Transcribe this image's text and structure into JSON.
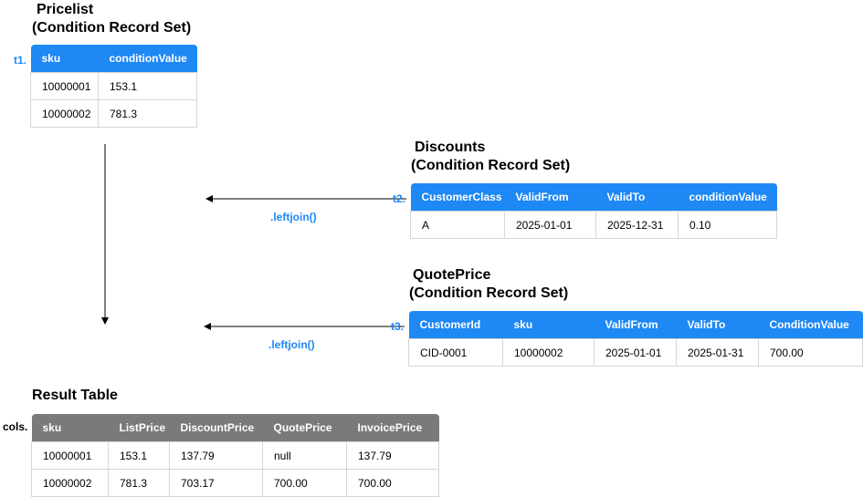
{
  "pricelist": {
    "title_line1": "Pricelist",
    "title_line2": "(Condition Record Set)",
    "tag": "t1.",
    "columns": [
      "sku",
      "conditionValue"
    ],
    "rows": [
      [
        "10000001",
        "153.1"
      ],
      [
        "10000002",
        "781.3"
      ]
    ]
  },
  "discounts": {
    "title_line1": "Discounts",
    "title_line2": "(Condition Record Set)",
    "tag": "t2.",
    "join_label": ".leftjoin()",
    "columns": [
      "CustomerClass",
      "ValidFrom",
      "ValidTo",
      "conditionValue"
    ],
    "rows": [
      [
        "A",
        "2025-01-01",
        "2025-12-31",
        "0.10"
      ]
    ]
  },
  "quoteprice": {
    "title_line1": "QuotePrice",
    "title_line2": "(Condition Record Set)",
    "tag": "t3.",
    "join_label": ".leftjoin()",
    "columns": [
      "CustomerId",
      "sku",
      "ValidFrom",
      "ValidTo",
      "ConditionValue"
    ],
    "rows": [
      [
        "CID-0001",
        "10000002",
        "2025-01-01",
        "2025-01-31",
        "700.00"
      ]
    ]
  },
  "result": {
    "title": "Result Table",
    "tag": "cols.",
    "columns": [
      "sku",
      "ListPrice",
      "DiscountPrice",
      "QuotePrice",
      "InvoicePrice"
    ],
    "rows": [
      [
        "10000001",
        "153.1",
        "137.79",
        "null",
        "137.79"
      ],
      [
        "10000002",
        "781.3",
        "703.17",
        "700.00",
        "700.00"
      ]
    ]
  },
  "colors": {
    "accent": "#1e88f5",
    "result_header": "#7a7a7a"
  }
}
